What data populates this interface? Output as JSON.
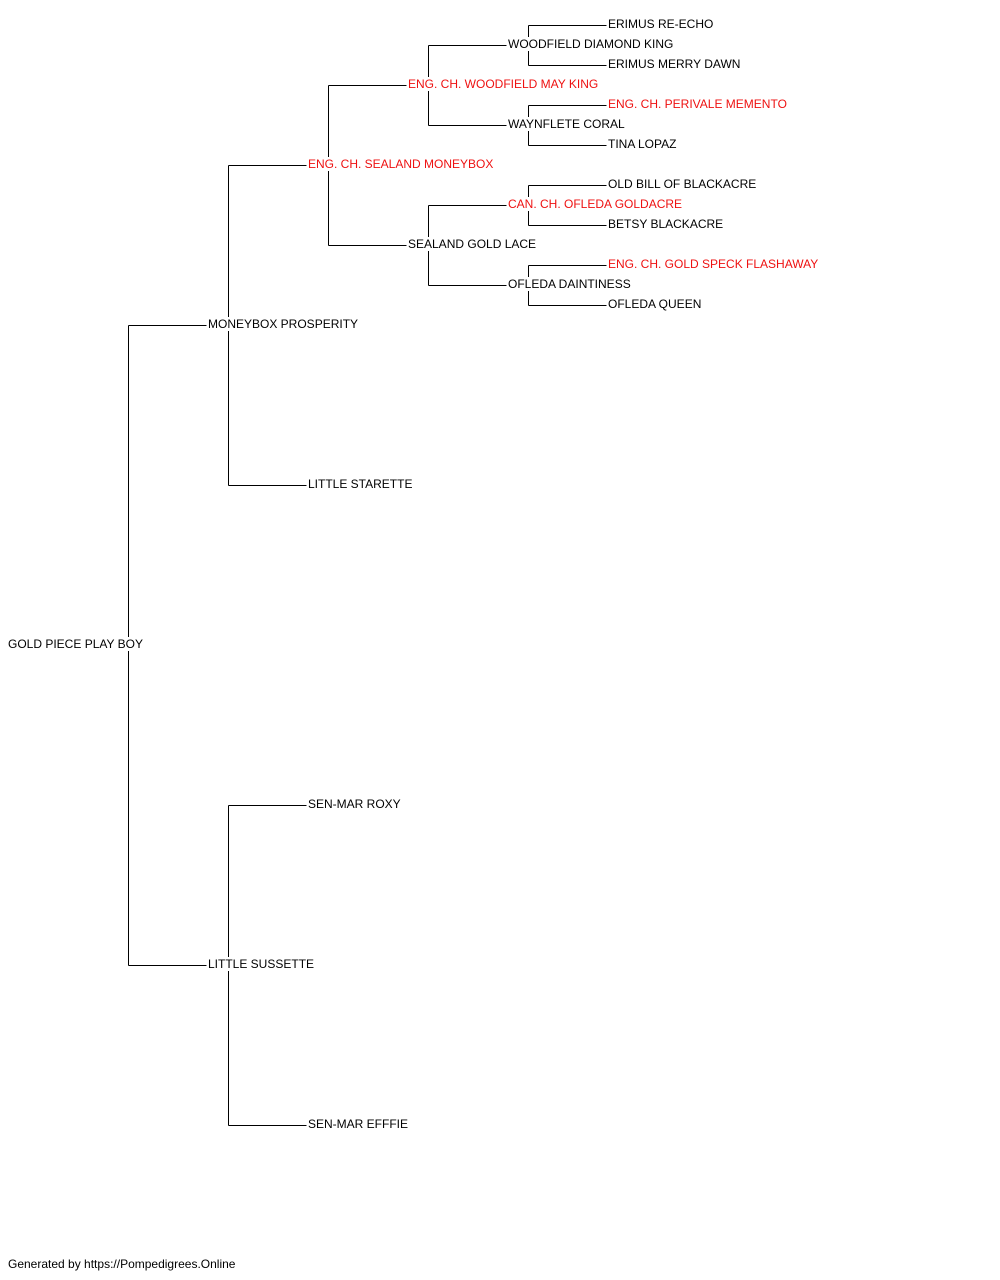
{
  "colors": {
    "champion": "#ee1111",
    "normal": "#000000",
    "connector": "#000000"
  },
  "subject": {
    "name": "GOLD PIECE PLAY BOY",
    "champion": false,
    "sire": {
      "name": "MONEYBOX PROSPERITY",
      "champion": false,
      "sire": {
        "name": "ENG. CH. SEALAND MONEYBOX",
        "champion": true,
        "sire": {
          "name": "ENG. CH. WOODFIELD MAY KING",
          "champion": true,
          "sire": {
            "name": "WOODFIELD DIAMOND KING",
            "champion": false,
            "sire": {
              "name": "ERIMUS RE-ECHO",
              "champion": false
            },
            "dam": {
              "name": "ERIMUS MERRY DAWN",
              "champion": false
            }
          },
          "dam": {
            "name": "WAYNFLETE CORAL",
            "champion": false,
            "sire": {
              "name": "ENG. CH. PERIVALE MEMENTO",
              "champion": true
            },
            "dam": {
              "name": "TINA LOPAZ",
              "champion": false
            }
          }
        },
        "dam": {
          "name": "SEALAND GOLD LACE",
          "champion": false,
          "sire": {
            "name": "CAN. CH. OFLEDA GOLDACRE",
            "champion": true,
            "sire": {
              "name": "OLD BILL OF BLACKACRE",
              "champion": false
            },
            "dam": {
              "name": "BETSY BLACKACRE",
              "champion": false
            }
          },
          "dam": {
            "name": "OFLEDA DAINTINESS",
            "champion": false,
            "sire": {
              "name": "ENG. CH. GOLD SPECK FLASHAWAY",
              "champion": true
            },
            "dam": {
              "name": "OFLEDA QUEEN",
              "champion": false
            }
          }
        }
      },
      "dam": {
        "name": "LITTLE STARETTE",
        "champion": false
      }
    },
    "dam": {
      "name": "LITTLE SUSSETTE",
      "champion": false,
      "sire": {
        "name": "SEN-MAR ROXY",
        "champion": false
      },
      "dam": {
        "name": "SEN-MAR EFFFIE",
        "champion": false
      }
    }
  },
  "footer": {
    "text": "Generated by https://Pompedigrees.Online"
  }
}
